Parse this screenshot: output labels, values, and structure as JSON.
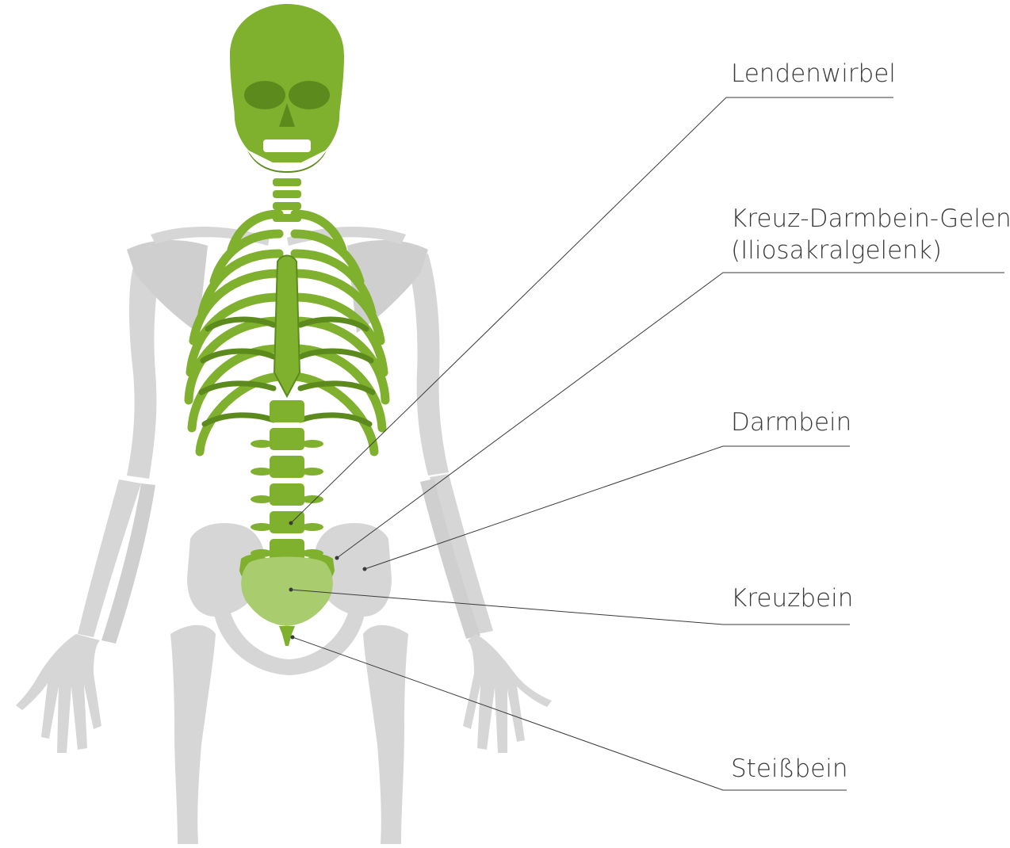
{
  "colors": {
    "bone_green": "#7fb02e",
    "bone_green_dark": "#5c8a1c",
    "bone_green_light": "#a8cc6e",
    "bone_grey": "#d6d6d6",
    "bone_grey_dark": "#bdbdbd",
    "leader_line": "#3a3a3a"
  },
  "labels": {
    "lendenwirbel": "Lendenwirbel",
    "kreuz_darmbein_line1": "Kreuz-Darmbein-Gelenk",
    "kreuz_darmbein_line2": "(Iliosakralgelenk)",
    "darmbein": "Darmbein",
    "kreuzbein": "Kreuzbein",
    "steissbein": "Steißbein"
  }
}
